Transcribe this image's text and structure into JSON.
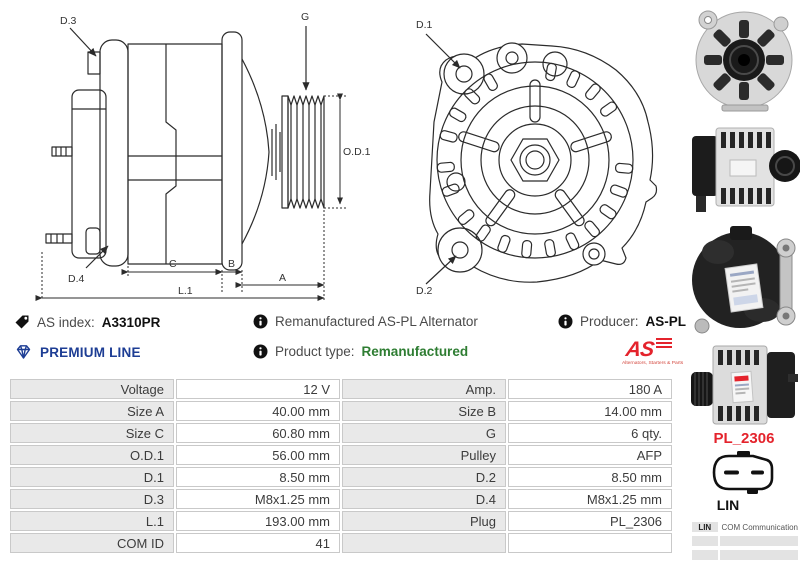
{
  "info_bar": {
    "as_index_label": "AS index:",
    "as_index_value": "A3310PR",
    "premium_line_label": "PREMIUM LINE",
    "description": "Remanufactured AS-PL Alternator",
    "product_type_label": "Product type:",
    "product_type_value": "Remanufactured",
    "producer_label": "Producer:",
    "producer_value": "AS-PL",
    "brand_logo_text": "AS",
    "brand_logo_tagline": "Alternators, Starters & Parts"
  },
  "icons": {
    "as_index": "tag-icon",
    "premium_line": "diamond-icon",
    "info_rows": "info-icon",
    "plug": "plug-connector-icon"
  },
  "colors": {
    "premium_blue": "#1d3d94",
    "remanufactured_green": "#2e7d32",
    "brand_red": "#e4232c",
    "table_label_bg": "#e9e9e9",
    "table_border": "#c9c9c9"
  },
  "diagram_side": {
    "labels": {
      "d3": "D.3",
      "g": "G",
      "od1": "O.D.1",
      "d4": "D.4",
      "c": "C",
      "b": "B",
      "a": "A",
      "l1": "L.1"
    }
  },
  "diagram_front": {
    "labels": {
      "d1": "D.1",
      "d2": "D.2"
    }
  },
  "spec_table": {
    "rows": [
      {
        "label_left": "Voltage",
        "value_left": "12 V",
        "label_right": "Amp.",
        "value_right": "180 A"
      },
      {
        "label_left": "Size A",
        "value_left": "40.00 mm",
        "label_right": "Size B",
        "value_right": "14.00 mm"
      },
      {
        "label_left": "Size C",
        "value_left": "60.80 mm",
        "label_right": "G",
        "value_right": "6 qty."
      },
      {
        "label_left": "O.D.1",
        "value_left": "56.00 mm",
        "label_right": "Pulley",
        "value_right": "AFP"
      },
      {
        "label_left": "D.1",
        "value_left": "8.50 mm",
        "label_right": "D.2",
        "value_right": "8.50 mm"
      },
      {
        "label_left": "D.3",
        "value_left": "M8x1.25 mm",
        "label_right": "D.4",
        "value_right": "M8x1.25 mm"
      },
      {
        "label_left": "L.1",
        "value_left": "193.00 mm",
        "label_right": "Plug",
        "value_right": "PL_2306"
      },
      {
        "label_left": "COM ID",
        "value_left": "41",
        "label_right": "",
        "value_right": ""
      }
    ]
  },
  "sidebar": {
    "plug_code": "PL_2306",
    "plug_pin_label": "LIN",
    "pin_table": {
      "pin": "LIN",
      "description": "COM Communication"
    }
  }
}
